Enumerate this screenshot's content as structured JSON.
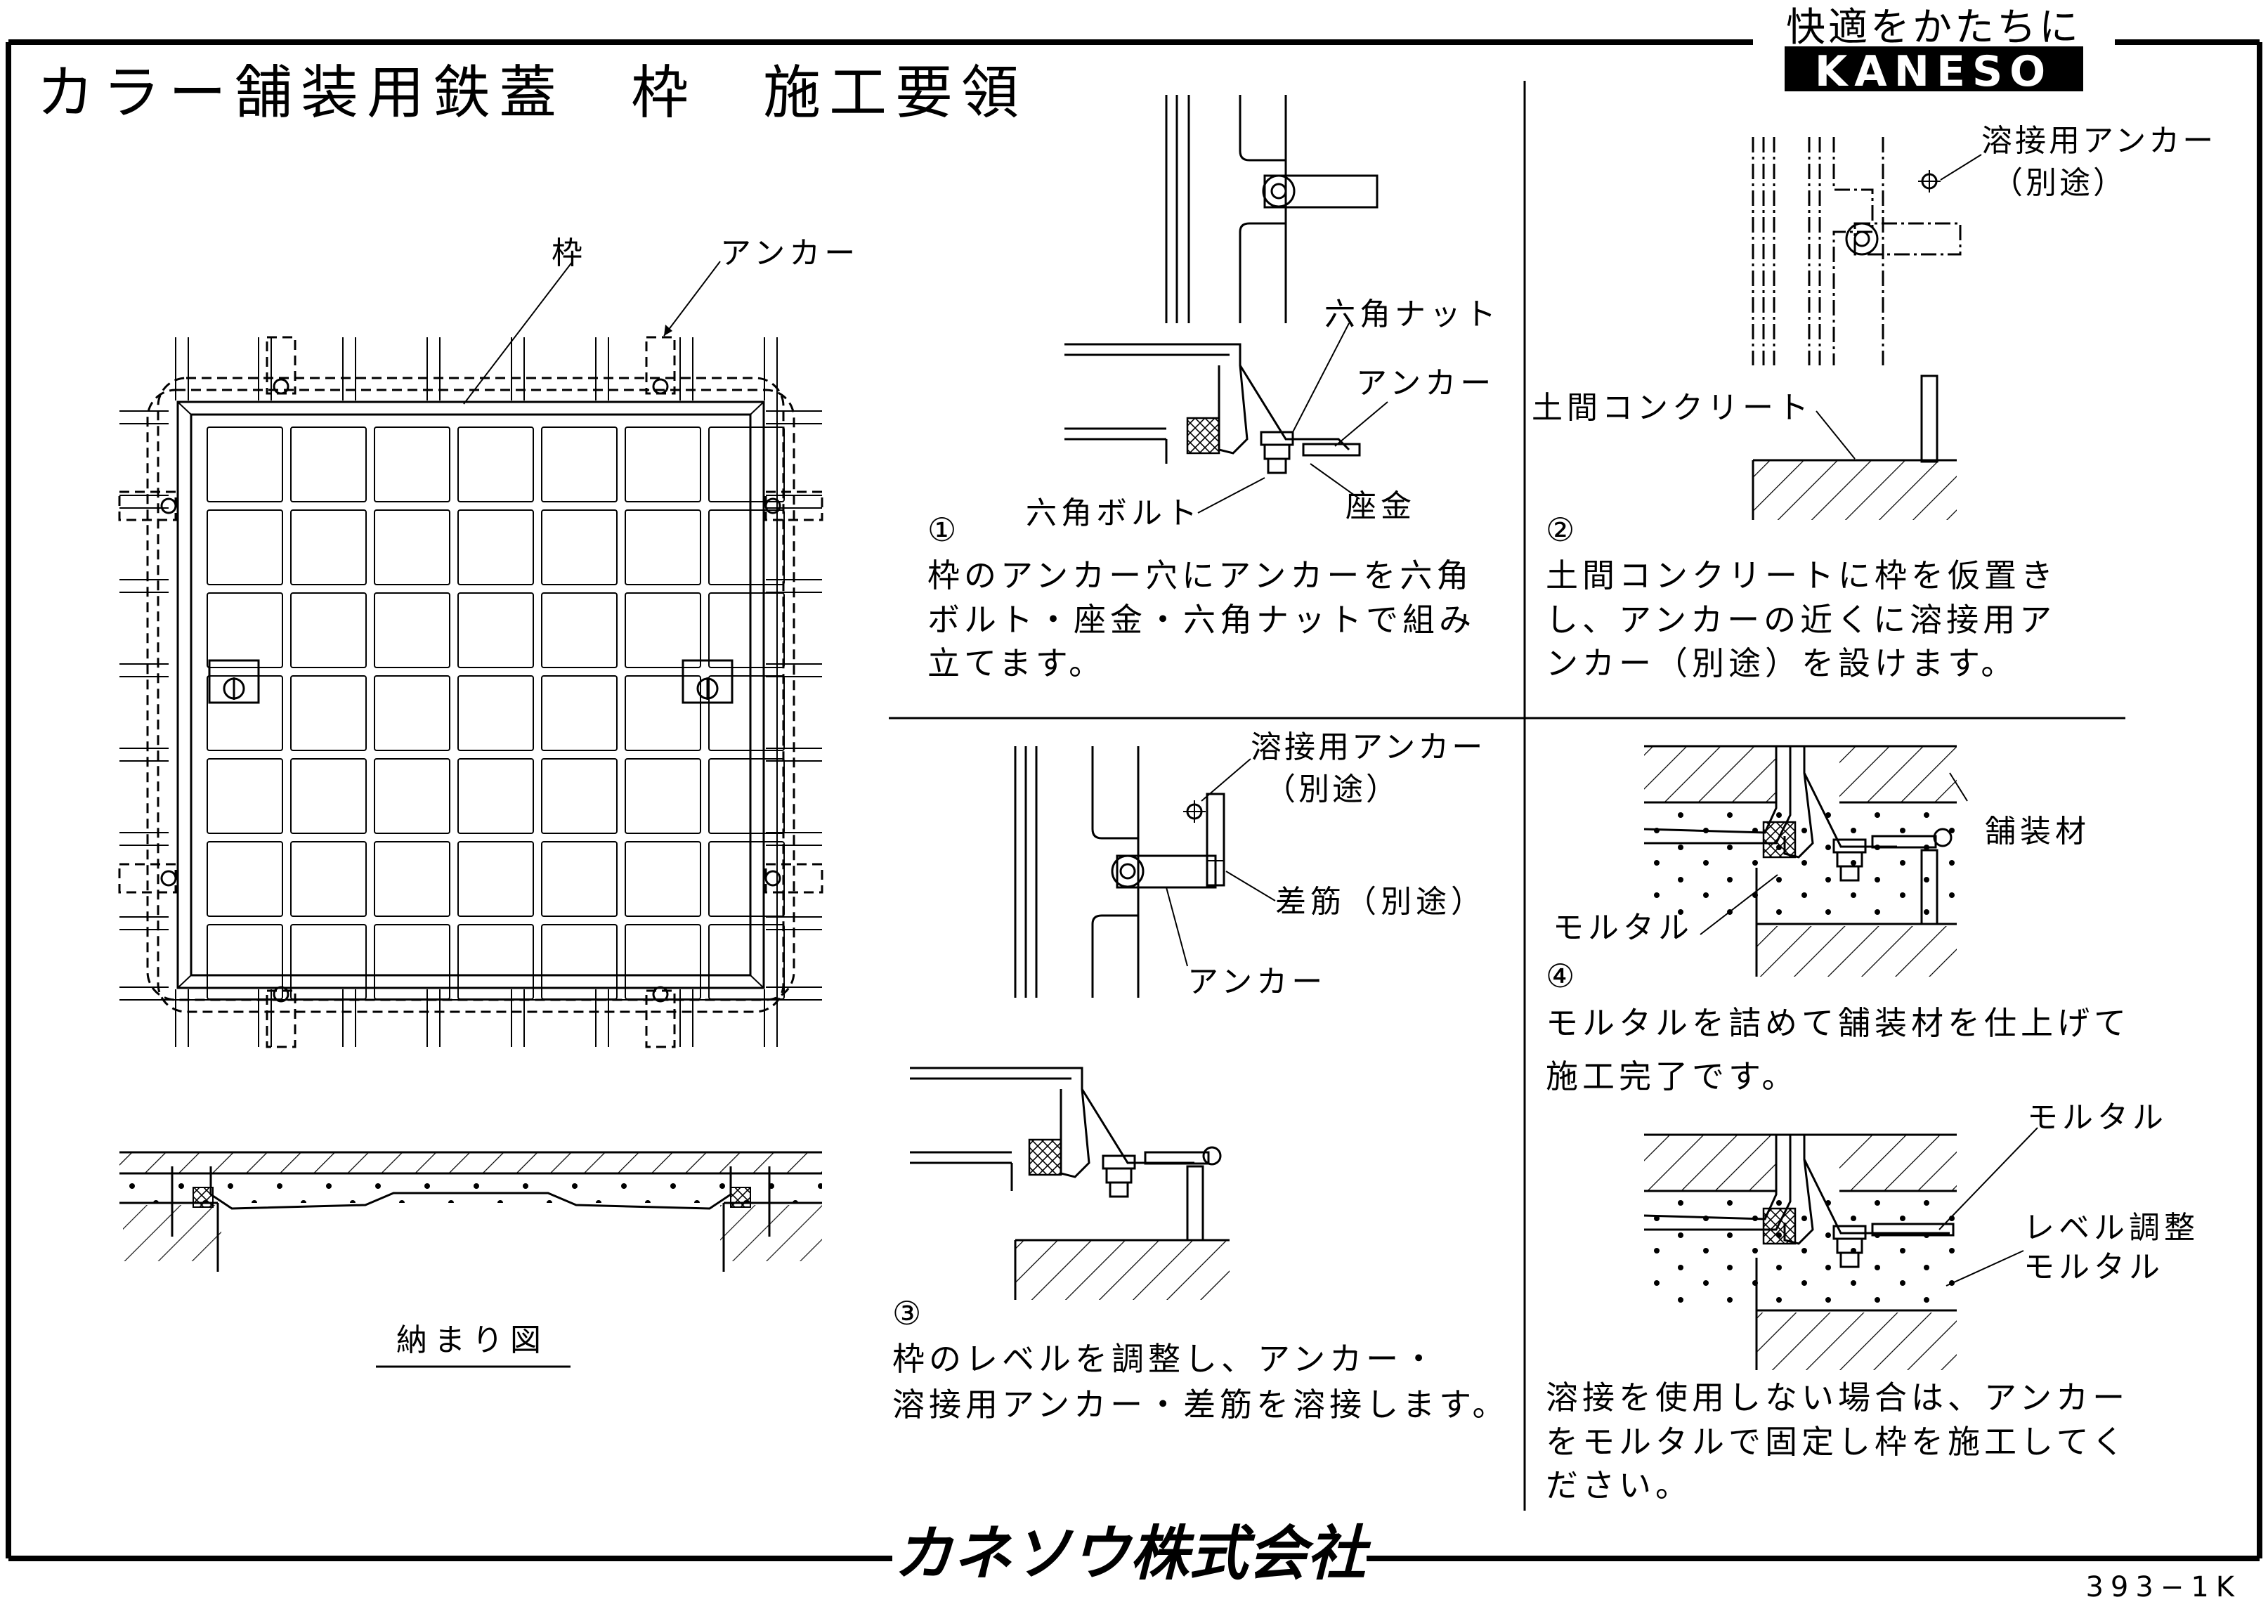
{
  "title": "カラー舗装用鉄蓋　枠　施工要領",
  "brand": {
    "tagline": "快適をかたちに",
    "logo": "KANESO",
    "company": "カネソウ株式会社"
  },
  "doc_number": "393−1K",
  "plan": {
    "label_frame": "枠",
    "label_anchor": "アンカー",
    "caption": "納まり図"
  },
  "steps": [
    {
      "num": "①",
      "labels": {
        "nut": "六角ナット",
        "anchor": "アンカー",
        "bolt": "六角ボルト",
        "washer": "座金"
      },
      "text": [
        "枠のアンカー穴にアンカーを六角",
        "ボルト・座金・六角ナットで組み",
        "立てます。"
      ]
    },
    {
      "num": "②",
      "labels": {
        "weld_anchor": "溶接用アンカー",
        "weld_anchor_note": "（別途）",
        "concrete": "土間コンクリート"
      },
      "text": [
        "土間コンクリートに枠を仮置き",
        "し、アンカーの近くに溶接用ア",
        "ンカー（別途）を設けます。"
      ]
    },
    {
      "num": "③",
      "labels": {
        "weld_anchor": "溶接用アンカー",
        "weld_anchor_note": "（別途）",
        "rebar": "差筋（別途）",
        "anchor": "アンカー"
      },
      "text": [
        "枠のレベルを調整し、アンカー・",
        "溶接用アンカー・差筋を溶接します。"
      ]
    },
    {
      "num": "④",
      "labels": {
        "paving": "舗装材",
        "mortar": "モルタル"
      },
      "text": [
        "モルタルを詰めて舗装材を仕上げて",
        "施工完了です。"
      ]
    }
  ],
  "note": {
    "labels": {
      "mortar": "モルタル",
      "level_mortar_1": "レベル調整",
      "level_mortar_2": "モルタル"
    },
    "text": [
      "溶接を使用しない場合は、アンカー",
      "をモルタルで固定し枠を施工してく",
      "ださい。"
    ]
  }
}
